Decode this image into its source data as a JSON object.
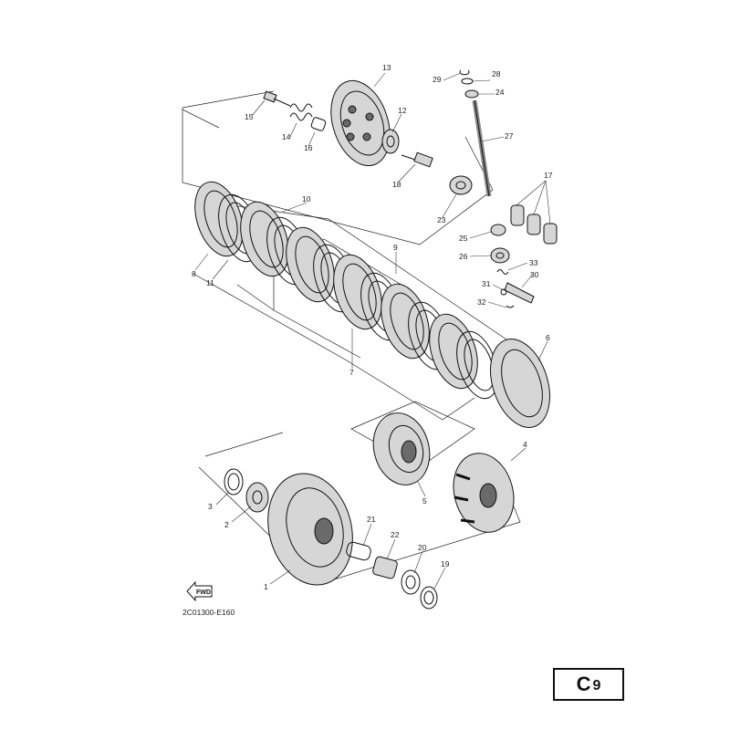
{
  "diagram": {
    "code": "2C01300-E160",
    "page_letter": "C",
    "page_number": "9",
    "fwd_label": "FWD",
    "labels": [
      {
        "id": "p1",
        "text": "1"
      },
      {
        "id": "p2",
        "text": "2"
      },
      {
        "id": "p3",
        "text": "3"
      },
      {
        "id": "p4",
        "text": "4"
      },
      {
        "id": "p5",
        "text": "5"
      },
      {
        "id": "p6",
        "text": "6"
      },
      {
        "id": "p7",
        "text": "7"
      },
      {
        "id": "p8",
        "text": "8"
      },
      {
        "id": "p9",
        "text": "9"
      },
      {
        "id": "p10",
        "text": "10"
      },
      {
        "id": "p11",
        "text": "11"
      },
      {
        "id": "p12",
        "text": "12"
      },
      {
        "id": "p13",
        "text": "13"
      },
      {
        "id": "p14",
        "text": "14"
      },
      {
        "id": "p15",
        "text": "15"
      },
      {
        "id": "p16",
        "text": "16"
      },
      {
        "id": "p17",
        "text": "17"
      },
      {
        "id": "p18",
        "text": "18"
      },
      {
        "id": "p19",
        "text": "19"
      },
      {
        "id": "p20",
        "text": "20"
      },
      {
        "id": "p21",
        "text": "21"
      },
      {
        "id": "p22",
        "text": "22"
      },
      {
        "id": "p23",
        "text": "23"
      },
      {
        "id": "p24",
        "text": "24"
      },
      {
        "id": "p25",
        "text": "25"
      },
      {
        "id": "p26",
        "text": "26"
      },
      {
        "id": "p27",
        "text": "27"
      },
      {
        "id": "p28",
        "text": "28"
      },
      {
        "id": "p29",
        "text": "29"
      },
      {
        "id": "p30",
        "text": "30"
      },
      {
        "id": "p31",
        "text": "31"
      },
      {
        "id": "p32",
        "text": "32"
      },
      {
        "id": "p33",
        "text": "33"
      }
    ]
  }
}
